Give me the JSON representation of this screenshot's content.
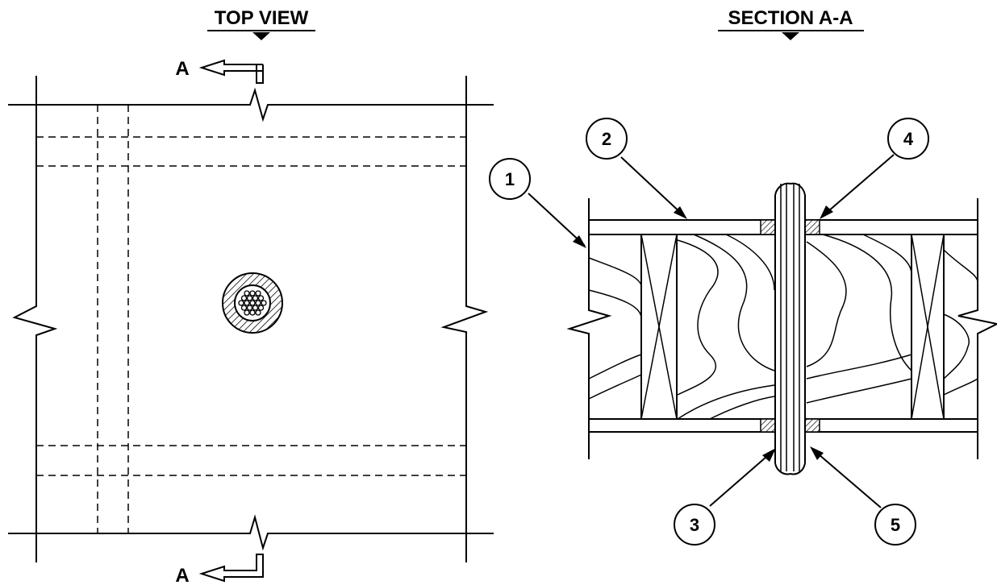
{
  "top_view": {
    "title": "TOP VIEW",
    "section_mark_top": "A",
    "section_mark_bottom": "A"
  },
  "section_view": {
    "title": "SECTION A-A",
    "callouts": [
      {
        "label": "1"
      },
      {
        "label": "2"
      },
      {
        "label": "3"
      },
      {
        "label": "4"
      },
      {
        "label": "5"
      }
    ]
  }
}
